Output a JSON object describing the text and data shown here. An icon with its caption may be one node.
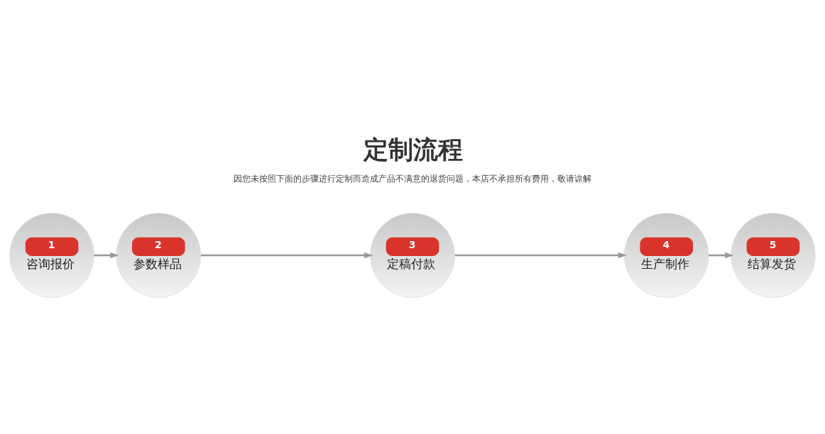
{
  "diagram": {
    "title": "定制流程",
    "nodes": [
      {
        "text": [
          "1",
          "咨询报价"
        ]
      },
      {
        "text": [
          "2",
          "参数样品"
        ]
      },
      {
        "text": [
          "3",
          "定稿付款"
        ]
      },
      {
        "text": [
          "4",
          "生产制作"
        ]
      },
      {
        "text": [
          "5",
          "结算发货"
        ]
      }
    ],
    "edges": [
      {
        "from": 0,
        "to": 1,
        "arrow": "to"
      },
      {
        "from": 1,
        "to": 2,
        "arrow": "to"
      },
      {
        "from": 2,
        "to": 3,
        "arrow": "to"
      },
      {
        "from": 3,
        "to": 4,
        "arrow": "to"
      }
    ],
    "labels": [
      "因您未按照下面的步骤进行定制而造成产品不满意的退货问题，本店不承担所有费用，敬请谅解"
    ]
  }
}
